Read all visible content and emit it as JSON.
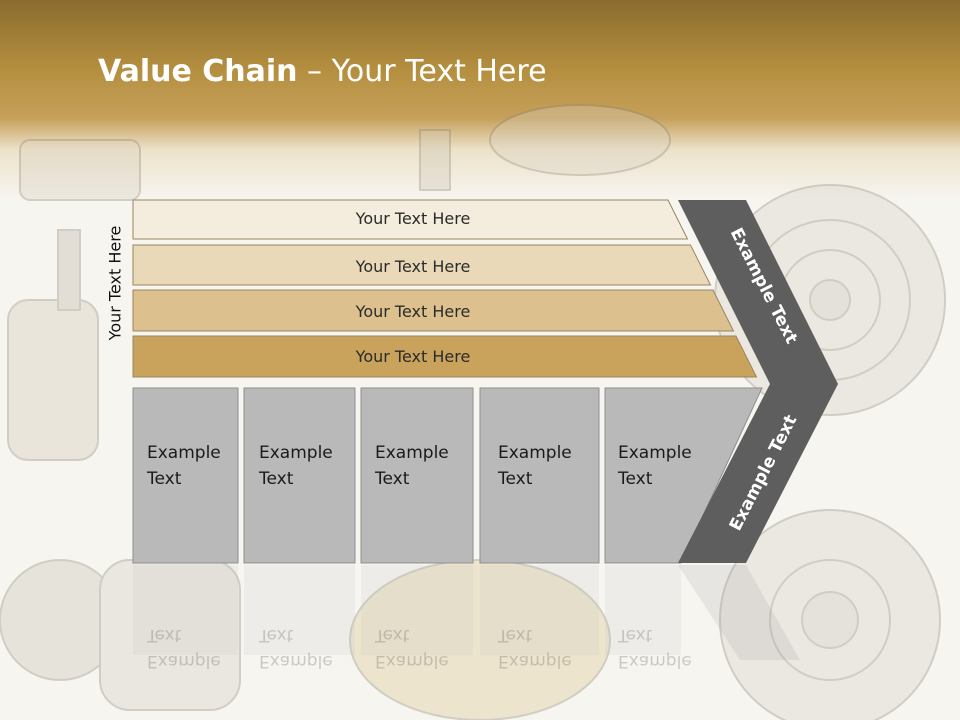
{
  "title": {
    "bold": "Value Chain",
    "rest": " – Your Text Here"
  },
  "side_label": "Your Text Here",
  "rows": [
    {
      "label": "Your Text Here",
      "color": "#f4ecdc"
    },
    {
      "label": "Your Text Here",
      "color": "#ead9b9"
    },
    {
      "label": "Your Text Here",
      "color": "#dcc08d"
    },
    {
      "label": "Your Text Here",
      "color": "#c9a25b"
    }
  ],
  "columns": [
    {
      "line1": "Example",
      "line2": "Text"
    },
    {
      "line1": "Example",
      "line2": "Text"
    },
    {
      "line1": "Example",
      "line2": "Text"
    },
    {
      "line1": "Example",
      "line2": "Text"
    },
    {
      "line1": "Example",
      "line2": "Text"
    }
  ],
  "chevron": {
    "upper": "Example Text",
    "lower": "Example Text",
    "color": "#5e5e5e"
  },
  "column_color": "#b9b9b9"
}
